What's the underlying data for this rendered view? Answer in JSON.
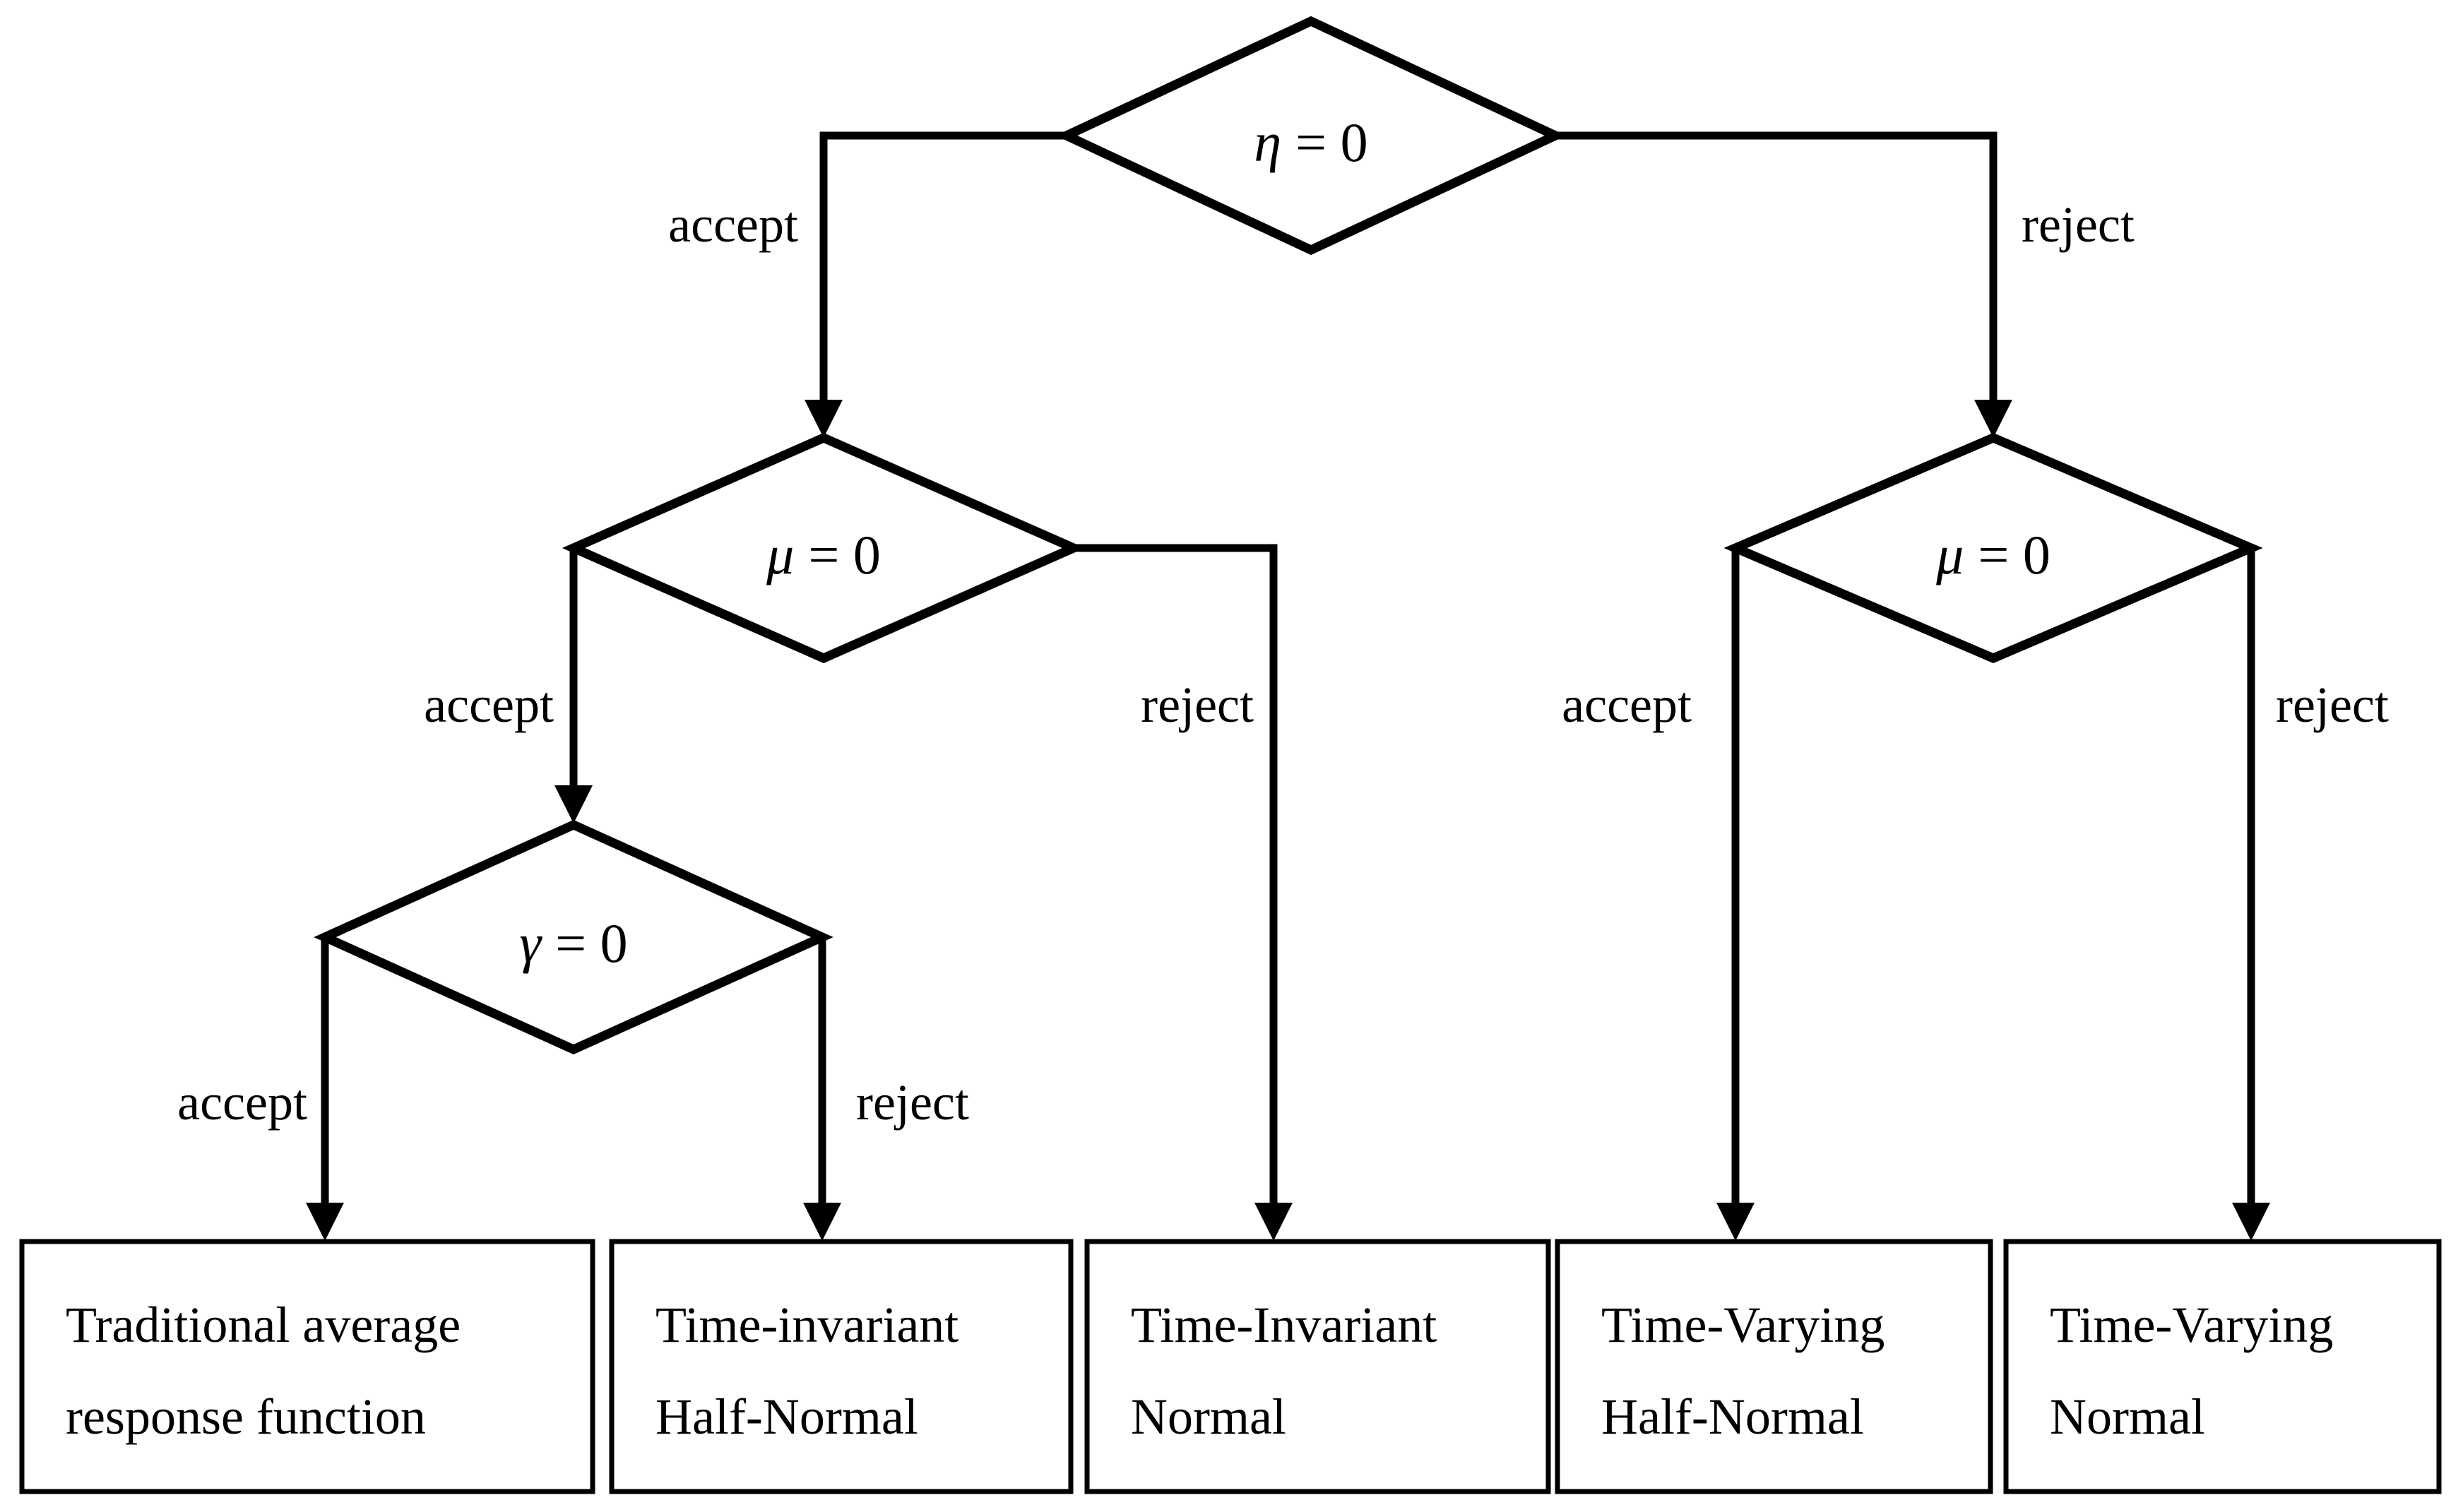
{
  "page": {
    "background": "#ffffff",
    "ink": "#000000"
  },
  "decisions": {
    "eta": {
      "symbol": "η",
      "eq": "= 0",
      "accept_label": "accept",
      "reject_label": "reject"
    },
    "mu_left": {
      "symbol": "μ",
      "eq": "= 0",
      "accept_label": "accept",
      "reject_label": "reject"
    },
    "gamma": {
      "symbol": "γ",
      "eq": "= 0",
      "accept_label": "accept",
      "reject_label": "reject"
    },
    "mu_right": {
      "symbol": "μ",
      "eq": "= 0",
      "accept_label": "accept",
      "reject_label": "reject"
    }
  },
  "outcomes": {
    "traditional": {
      "line1": "Traditional average",
      "line2": "response function"
    },
    "time_invariant_half": {
      "line1": "Time-invariant",
      "line2": "Half-Normal"
    },
    "time_invariant_normal": {
      "line1": "Time-Invariant",
      "line2": "Normal"
    },
    "time_varying_half": {
      "line1": "Time-Varying",
      "line2": "Half-Normal"
    },
    "time_varying_normal": {
      "line1": "Time-Varying",
      "line2": "Normal"
    }
  }
}
